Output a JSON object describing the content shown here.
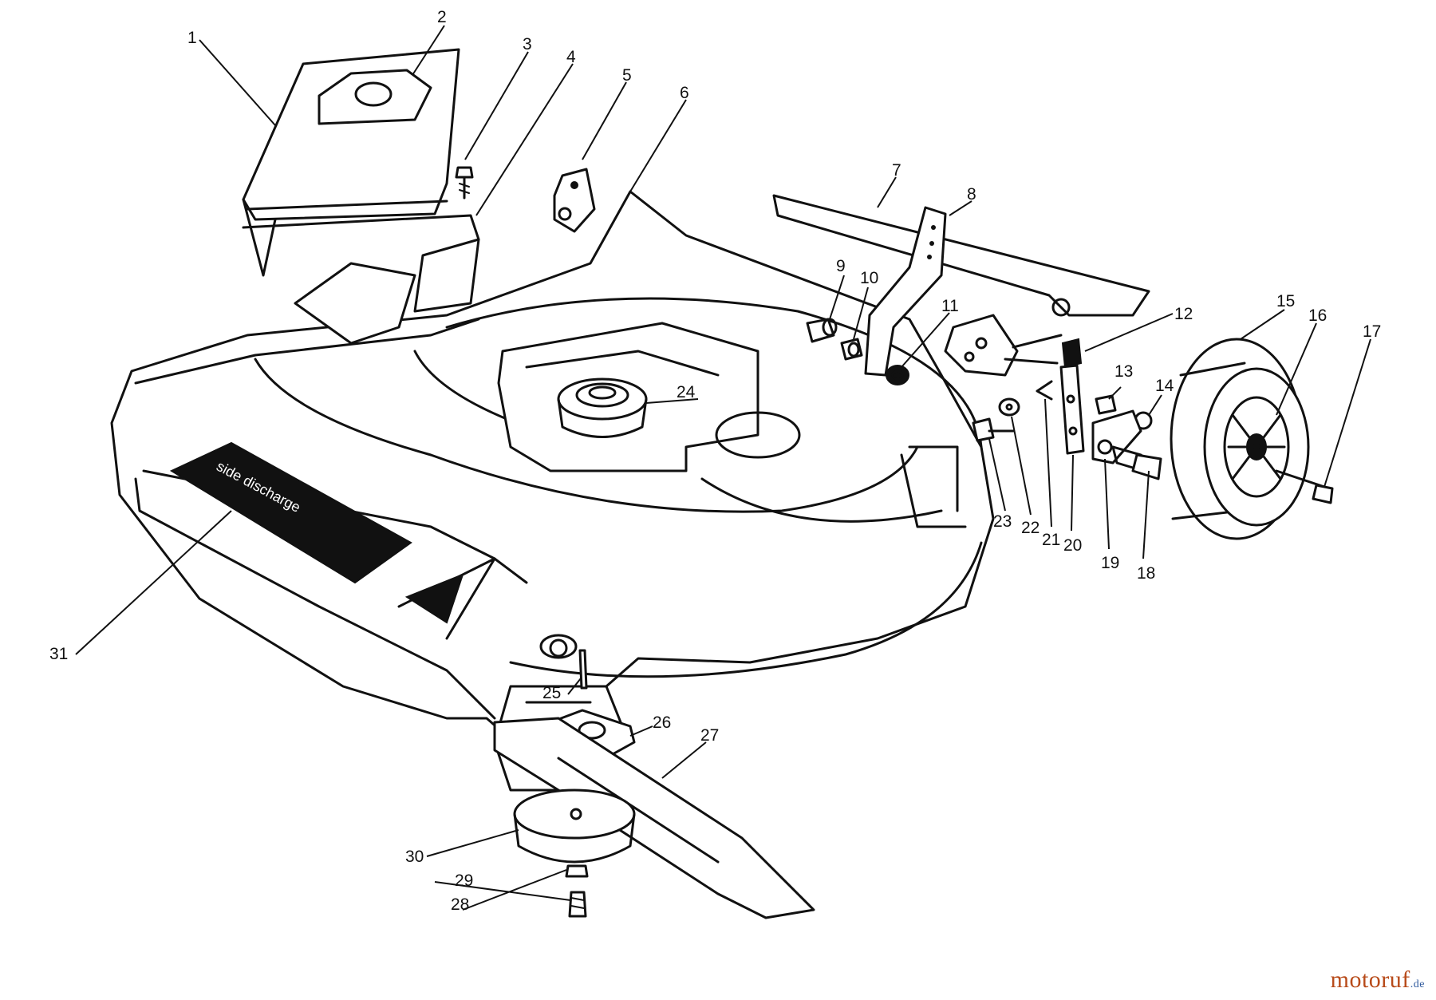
{
  "diagram": {
    "title": "Lawn mower housing assembly – exploded parts view",
    "callouts": {
      "c1": "1",
      "c2": "2",
      "c3": "3",
      "c4": "4",
      "c5": "5",
      "c6": "6",
      "c7": "7",
      "c8": "8",
      "c9": "9",
      "c10": "10",
      "c11": "11",
      "c12": "12",
      "c13": "13",
      "c14": "14",
      "c15": "15",
      "c16": "16",
      "c17": "17",
      "c18": "18",
      "c19": "19",
      "c20": "20",
      "c21": "21",
      "c22": "22",
      "c23": "23",
      "c24": "24",
      "c25": "25",
      "c26": "26",
      "c27": "27",
      "c28": "28",
      "c29": "29",
      "c30": "30",
      "c31": "31"
    },
    "decal_text": "side discharge"
  },
  "watermark": {
    "brand": "motoruf",
    "suffix": ".de"
  }
}
